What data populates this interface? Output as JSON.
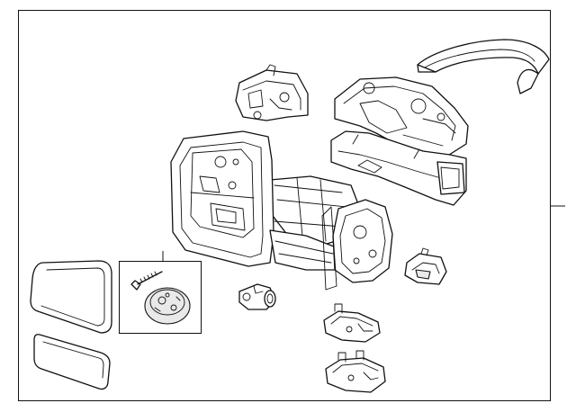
{
  "diagram": {
    "colors": {
      "line": "#111111",
      "background": "#ffffff",
      "shade": "#e9e9e9"
    },
    "parts": [
      "mirror-cap-cover",
      "upper-housing-bracket",
      "lower-housing",
      "mirror-motor",
      "mirror-assembly-frame",
      "mirror-glass",
      "lower-spotter-glass",
      "screw",
      "actuator-disc",
      "connector",
      "puddle-lamp",
      "upper-clip",
      "lower-clip"
    ]
  }
}
